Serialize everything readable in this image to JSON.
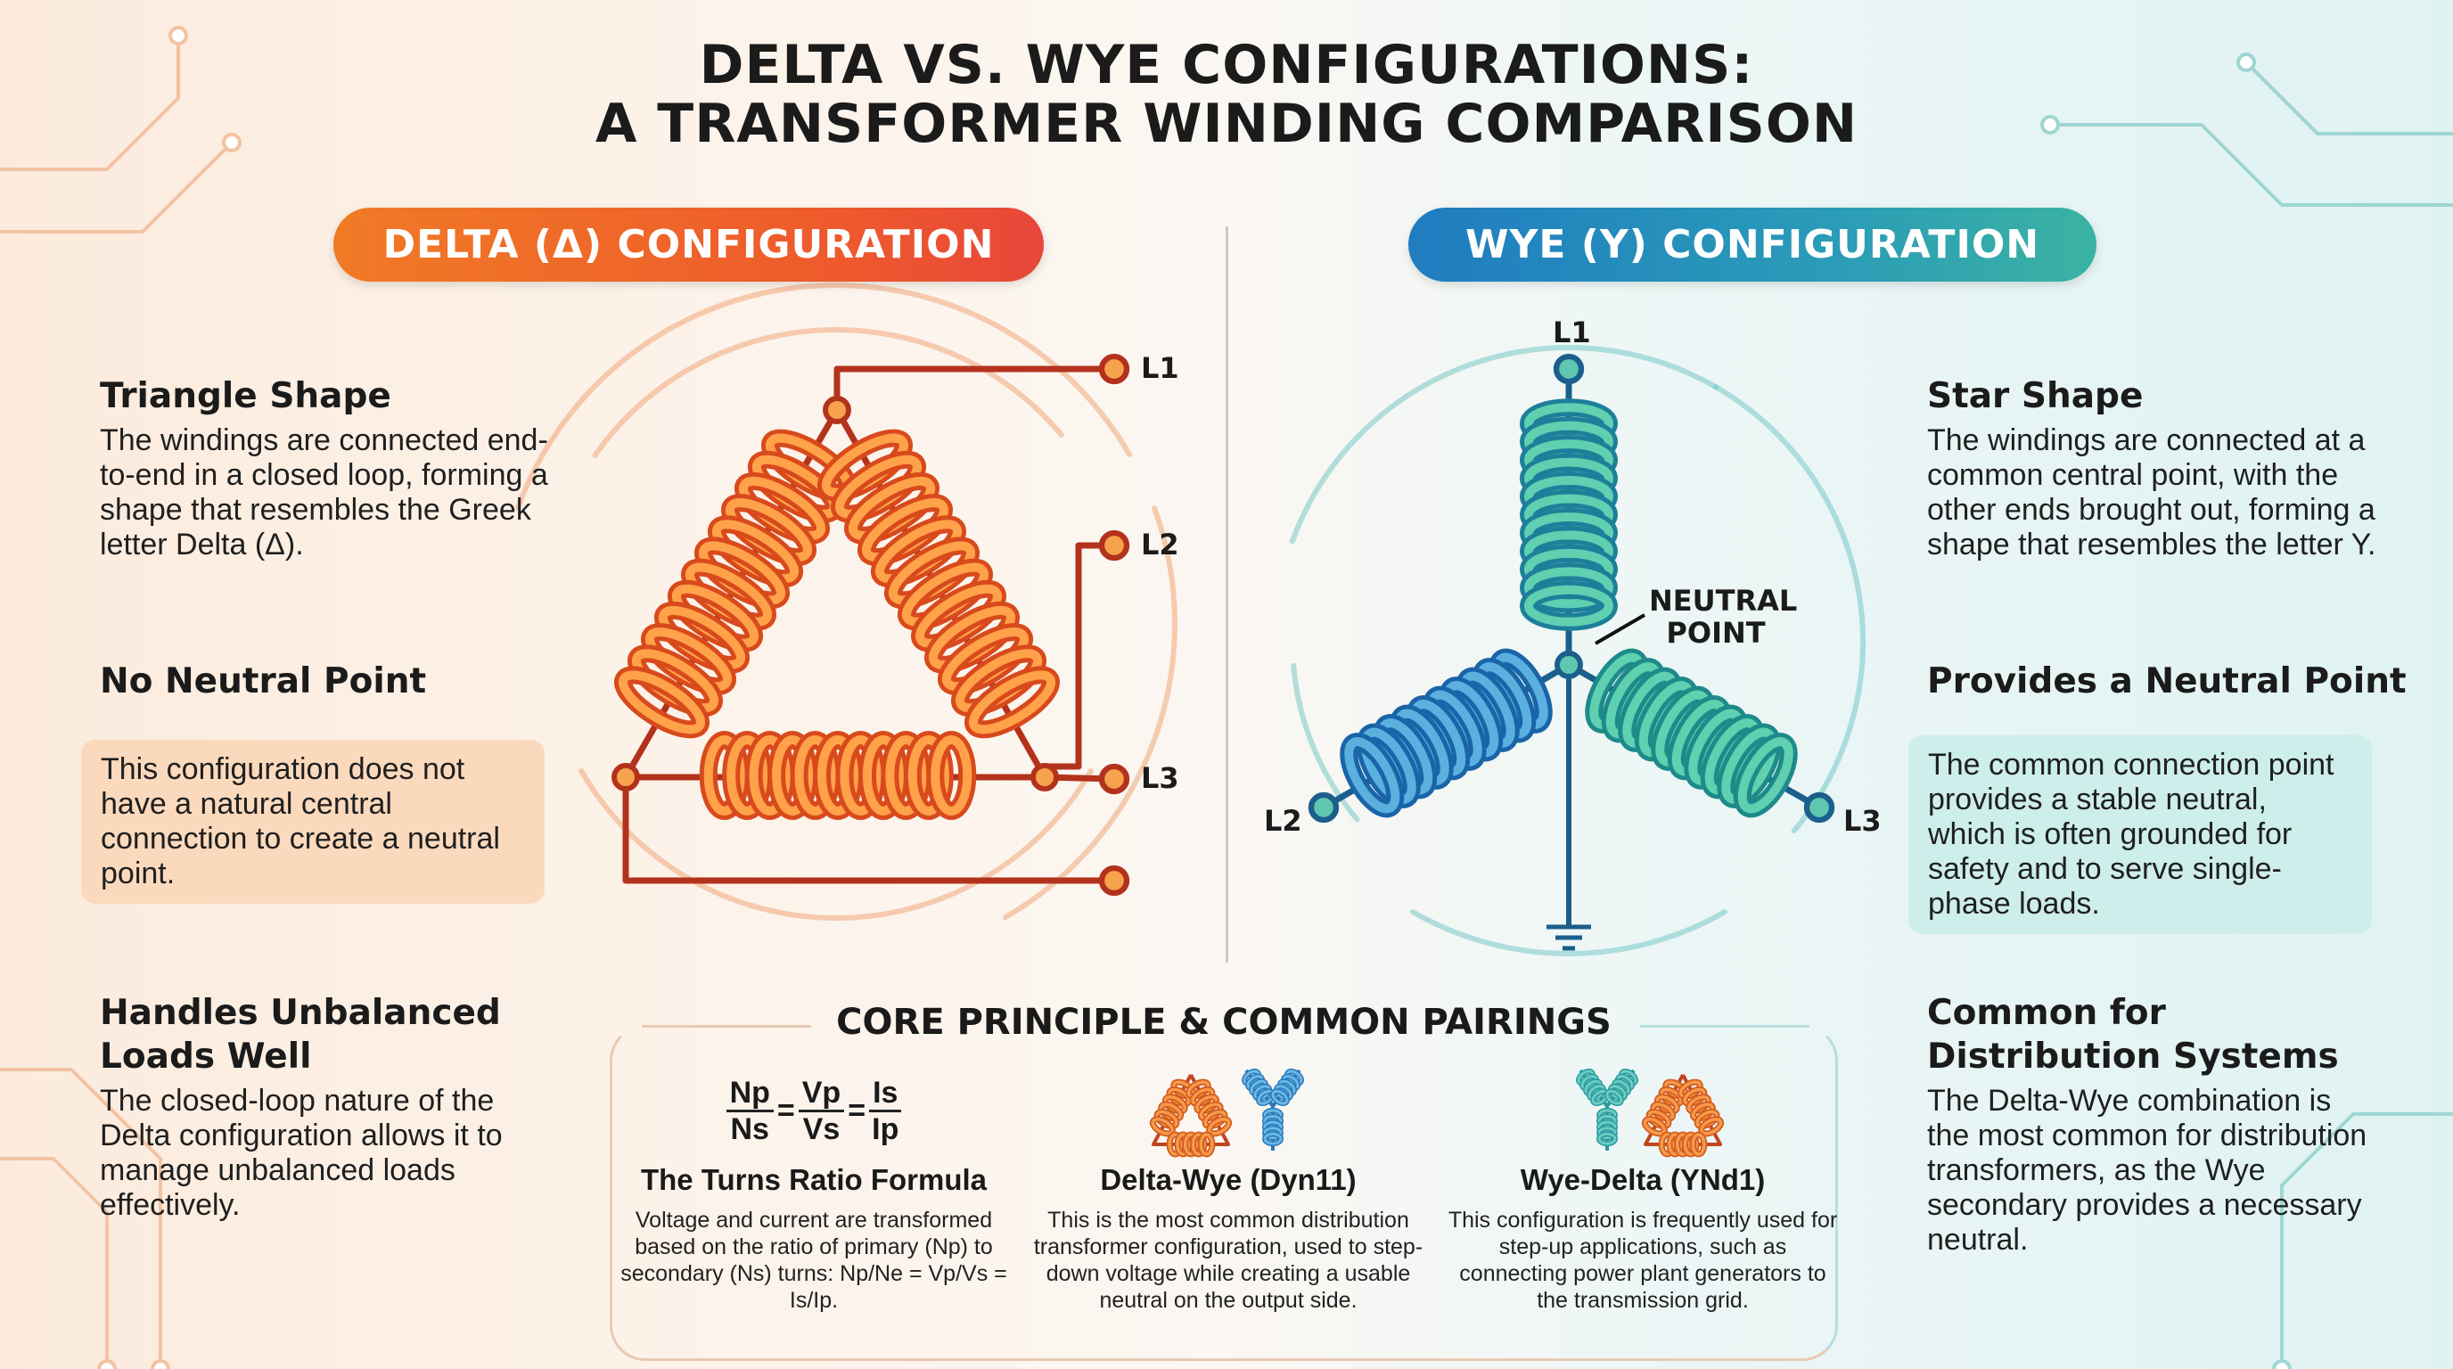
{
  "title": {
    "line1": "DELTA VS. WYE CONFIGURATIONS:",
    "line2": "A TRANSFORMER WINDING COMPARISON"
  },
  "delta": {
    "header": "DELTA (Δ) CONFIGURATION",
    "features": [
      {
        "title": "Triangle Shape",
        "body": "The windings are connected end-to-end in a closed loop, forming a shape that resembles the Greek letter Delta (Δ)."
      },
      {
        "title": "No Neutral Point",
        "body": "This configuration does not have a natural central connection to create a neutral point."
      },
      {
        "title": "Handles Unbalanced Loads Well",
        "body": "The closed-loop nature of the Delta configuration allows it to manage unbalanced loads effectively."
      }
    ],
    "labels": {
      "l1": "L1",
      "l2": "L2",
      "l3": "L3"
    },
    "color": "#ee5a2c"
  },
  "wye": {
    "header": "WYE (Y) CONFIGURATION",
    "features": [
      {
        "title": "Star Shape",
        "body": "The windings are connected at a common central point, with the other ends brought out, forming a shape that resembles the letter Y."
      },
      {
        "title": "Provides a Neutral Point",
        "body": "The common connection point provides a stable neutral, which is often grounded for safety and to serve single-phase loads."
      },
      {
        "title": "Common for Distribution Systems",
        "body": "The Delta-Wye combination is the most common for distribution transformers, as the Wye secondary provides a necessary neutral."
      }
    ],
    "labels": {
      "l1": "L1",
      "l2": "L2",
      "l3": "L3",
      "neutral1": "NEUTRAL",
      "neutral2": "POINT"
    },
    "color": "#2a9bb8"
  },
  "core": {
    "heading": "CORE PRINCIPLE & COMMON PAIRINGS",
    "formula": {
      "np": "Np",
      "ns": "Ns",
      "vp": "Vp",
      "vs": "Vs",
      "is": "Is",
      "ip": "Ip",
      "eq": "="
    },
    "columns": [
      {
        "title": "The Turns Ratio Formula",
        "body": "Voltage and current are transformed based on the ratio of primary (Np) to secondary (Ns) turns: Np/Ne = Vp/Vs = Is/Ip."
      },
      {
        "title": "Delta-Wye (Dyn11)",
        "body": "This is the most common distribution transformer configuration, used to step-down voltage while creating a usable neutral on the output side."
      },
      {
        "title": "Wye-Delta (YNd1)",
        "body": "This configuration is frequently used for step-up applications, such as connecting power plant generators to the transmission grid."
      }
    ]
  }
}
